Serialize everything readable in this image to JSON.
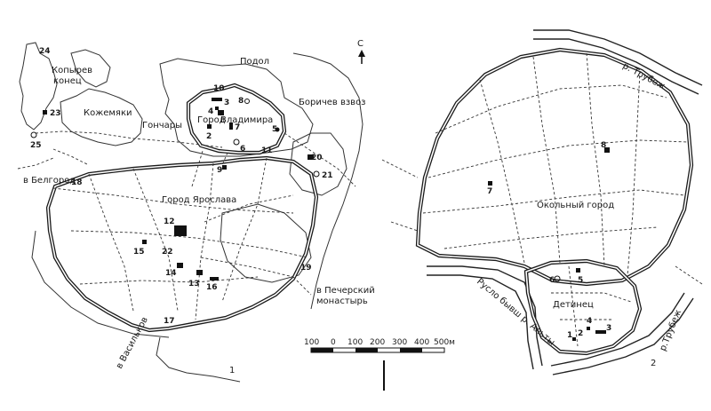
{
  "map1": {
    "caption": "1",
    "north": "С",
    "labels": {
      "podol": "Подол",
      "kopyrev1": "Копырев",
      "kopyrev2": "конец",
      "kozhemyaki": "Кожемяки",
      "gonchary": "Гончары",
      "gorod": "Город",
      "vladimira": "Владимира",
      "borichev": "Боричев взвоз",
      "belgorod": "в Белгород",
      "yaroslav": "Город Ярослава",
      "vasilkov": "в Васильков",
      "pechersk1": "в Печерский",
      "pechersk2": "монастырь"
    },
    "numbers": [
      "24",
      "23",
      "25",
      "18",
      "10",
      "3",
      "8",
      "4",
      "7",
      "2",
      "5",
      "6",
      "11",
      "9",
      "20",
      "21",
      "12",
      "22",
      "15",
      "14",
      "13",
      "16",
      "19",
      "17"
    ]
  },
  "scale": {
    "ticks": [
      "100",
      "0",
      "100",
      "200",
      "300",
      "400",
      "500м"
    ]
  },
  "map2": {
    "caption": "2",
    "labels": {
      "trubezh_top": "р. Трубеж",
      "trubezh_right": "р.Трубеж",
      "okolny": "Окольный город",
      "detinets": "Детинец",
      "ruslo": "Русло бывш р. Альты"
    },
    "numbers": [
      "8",
      "7",
      "6",
      "5",
      "4",
      "3",
      "2",
      "1"
    ]
  }
}
